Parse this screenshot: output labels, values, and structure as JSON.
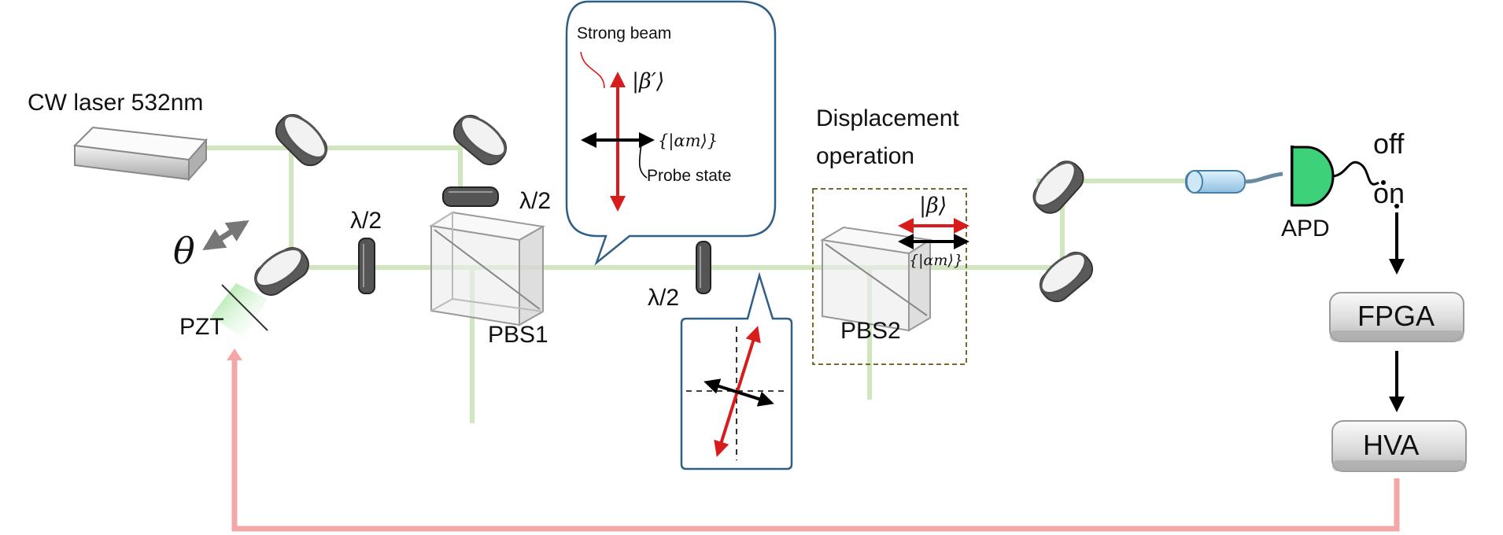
{
  "labels": {
    "laser": "CW laser 532nm",
    "theta": "θ",
    "pzt": "PZT",
    "half_wave_1": "λ/2",
    "half_wave_2": "λ/2",
    "half_wave_3": "λ/2",
    "pbs1": "PBS1",
    "pbs2": "PBS2",
    "displacement_line1": "Displacement",
    "displacement_line2": "operation",
    "strong_beam": "Strong beam",
    "probe_state": "Probe state",
    "beta_prime_ket": "|β′⟩",
    "alpha_m_set_1": "{|αm⟩}",
    "beta_ket": "|β⟩",
    "alpha_m_set_2": "{|αm⟩}",
    "apd": "APD",
    "off": "off",
    "on": "on",
    "fpga": "FPGA",
    "hva": "HVA"
  },
  "colors": {
    "beam": "#cfe6bf",
    "feedback": "#f3a7a7",
    "strong_beam_arrow": "#d81b1b",
    "probe_arrow": "#000000",
    "callout_border": "#2f5f86",
    "apd_fill": "#3dd27a",
    "pzt_glow": "#8fe08a",
    "box_border": "#7a6a2f"
  },
  "icons": [
    "laser-icon",
    "mirror-icon",
    "waveplate-icon",
    "beam-splitter-icon",
    "fiber-coupler-icon",
    "photodetector-icon",
    "switch-icon"
  ]
}
